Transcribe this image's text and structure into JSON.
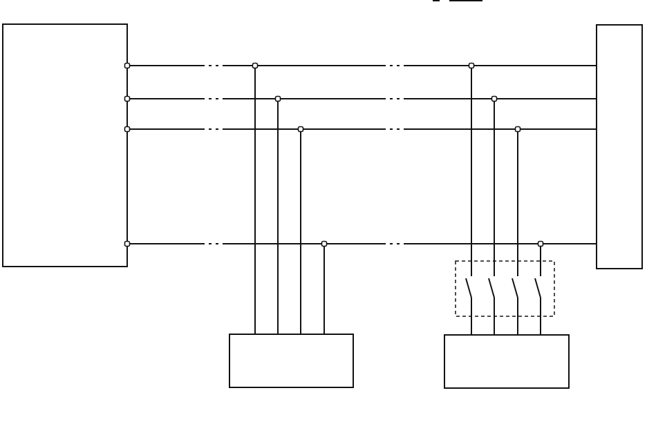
{
  "diagram": {
    "title": "",
    "components": [
      {
        "id": "left-unit",
        "label": ""
      },
      {
        "id": "right-unit",
        "label": ""
      },
      {
        "id": "load-a",
        "label": ""
      },
      {
        "id": "load-b",
        "label": ""
      },
      {
        "id": "switch-group",
        "label": ""
      }
    ],
    "bus_lines": 4,
    "taps_per_load": 4,
    "switches": 4
  }
}
